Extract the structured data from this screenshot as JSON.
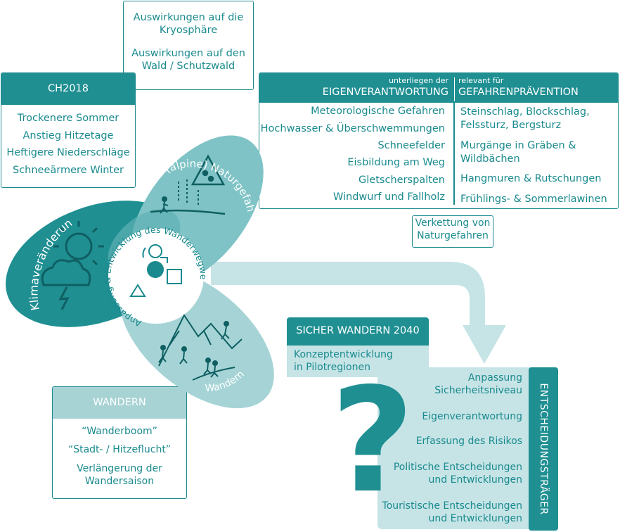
{
  "top_box": {
    "line1": "Auswirkungen auf die",
    "line2": "Kryosphäre",
    "line3": "Auswirkungen auf den",
    "line4": "Wald / Schutzwald"
  },
  "ch2018": {
    "title": "CH2018",
    "items": [
      "Trockenere Sommer",
      "Anstieg Hitzetage",
      "Heftigere Niederschläge",
      "Schneeärmere Winter"
    ]
  },
  "hazards": {
    "left_small": "unterliegen der",
    "left_title": "EIGENVERANTWORTUNG",
    "right_small": "relevant für",
    "right_title": "GEFAHRENPRÄVENTION",
    "left_items": [
      "Meteorologische Gefahren",
      "Hochwasser & Überschwemmungen",
      "Schneefelder",
      "Eisbildung am Weg",
      "Gletscherspalten",
      "Windwurf und Fallholz"
    ],
    "right_items": [
      {
        "l1": "Steinschlag, Blockschlag,",
        "l2": "Felssturz, Bergsturz"
      },
      {
        "l1": "Murgänge in Gräben &",
        "l2": "Wildbächen"
      },
      {
        "l1": "Hangmuren & Rutschungen",
        "l2": ""
      },
      {
        "l1": "Frühlings- & Sommerlawinen",
        "l2": ""
      }
    ]
  },
  "chain": {
    "line1": "Verkettung von",
    "line2": "Naturgefahren"
  },
  "venn": {
    "climate": "Klimaveränderung",
    "hazards": "(alpine) Naturgefahren",
    "hiking": "Wandern",
    "center": "Anpassung & Entwicklung des Wanderwegwesens"
  },
  "sicher": {
    "title": "SICHER WANDERN 2040",
    "sub1": "Konzeptentwicklung",
    "sub2": "in Pilotregionen"
  },
  "decision": {
    "vertical_title": "ENTSCHEIDUNGSTRÄGER",
    "items": [
      {
        "l1": "Anpassung",
        "l2": "Sicherheitsniveau"
      },
      {
        "l1": "Eigenverantwortung",
        "l2": ""
      },
      {
        "l1": "Erfassung des Risikos",
        "l2": ""
      },
      {
        "l1": "Politische Entscheidungen",
        "l2": "und Entwicklungen"
      },
      {
        "l1": "Touristische Entscheidungen",
        "l2": "und Entwicklungen"
      }
    ]
  },
  "question_mark": "?",
  "wandern_box": {
    "title": "WANDERN",
    "items": [
      "“Wanderboom”",
      "“Stadt- / Hitzeflucht”",
      "Verlängerung der",
      "Wandersaison"
    ]
  },
  "colors": {
    "teal": "#1a8a8e",
    "header": "#1f8f92",
    "light": "#c6e4e6",
    "mid": "#7fc3c6"
  }
}
